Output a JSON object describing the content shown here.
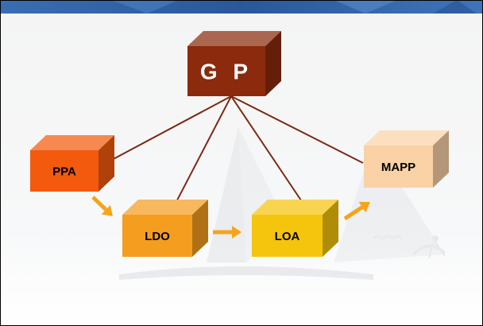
{
  "diagram": {
    "root": {
      "label": "G P",
      "color": "#8B2A0C"
    },
    "nodes": {
      "ppa": {
        "label": "PPA",
        "color": "#F35A0E"
      },
      "ldo": {
        "label": "LDO",
        "color": "#F59D1F"
      },
      "loa": {
        "label": "LOA",
        "color": "#F5C40C"
      },
      "mapp": {
        "label": "MAPP",
        "color": "#FAD2A6"
      }
    },
    "colors": {
      "banner": "#2f5fa5",
      "connector_line": "#7a2a14",
      "flow_arrow": "#F5A41B"
    }
  }
}
